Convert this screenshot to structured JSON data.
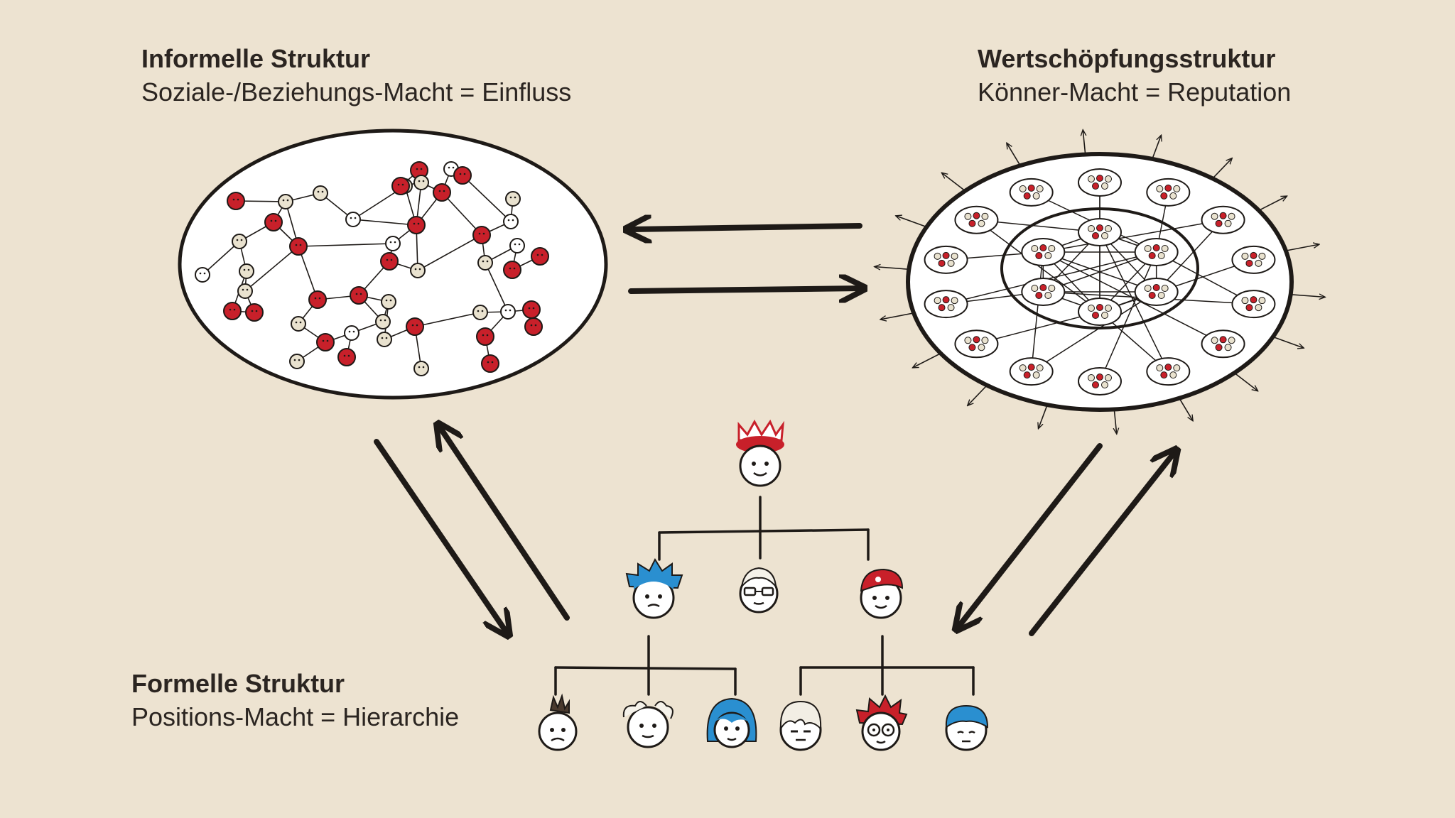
{
  "informal": {
    "title": "Informelle Struktur",
    "subtitle": "Soziale-/Beziehungs-Macht = Einfluss"
  },
  "value_creation": {
    "title": "Wertschöpfungsstruktur",
    "subtitle": "Könner-Macht = Reputation"
  },
  "formal": {
    "title": "Formelle Struktur",
    "subtitle": "Positions-Macht = Hierarchie"
  },
  "colors": {
    "background": "#ede3d1",
    "ink": "#1e1a17",
    "accent_red": "#c8202a",
    "accent_blue": "#2a8fd0",
    "node_light": "#e9e2cf"
  }
}
